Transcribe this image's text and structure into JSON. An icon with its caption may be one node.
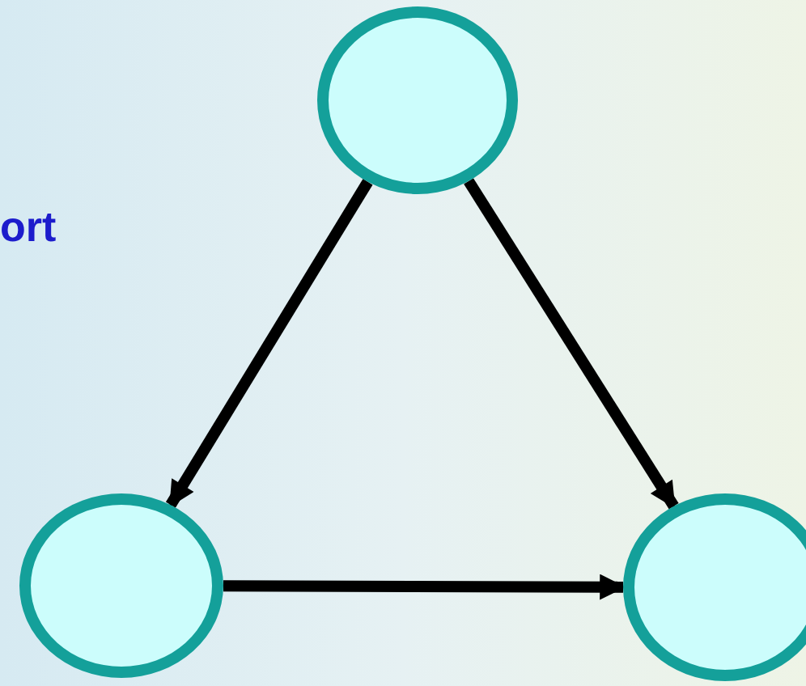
{
  "diagram": {
    "nodes": [
      {
        "text": [],
        "shape": "circle"
      },
      {
        "text": [],
        "shape": "circle"
      },
      {
        "text": [],
        "shape": "circle"
      }
    ],
    "edges": [
      {
        "from": 0,
        "to": 1,
        "arrow": "to"
      },
      {
        "from": 0,
        "to": 2,
        "arrow": "to"
      },
      {
        "from": 1,
        "to": 2,
        "arrow": "to"
      }
    ],
    "labels": [
      "ort"
    ]
  }
}
